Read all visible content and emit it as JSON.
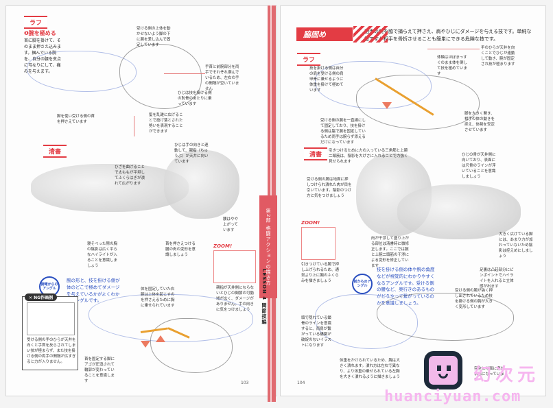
{
  "left_page": {
    "page_number": "103",
    "rough_section": {
      "label": "ラフ",
      "step_title": "❶腕を極める",
      "step_body": "首に脚を掛けて、そのまま押さえ込みます。掴んでいる腕を、自分の腰を支点に弓なりにして、痛みを与えます。",
      "notes": [
        "受ける側の上体を動かせないよう脚の下に腕を差し込んで固定しています",
        "手首と前腕部分を両手でそれぞれ掴んでいるため、左右の手の間隔が空いていません",
        "ひじは技を掛ける側の恥骨のあたりに乗っています",
        "脚を使い受ける側の首を押さえています",
        "髪を乱雑に広げることで投げ落とされた勢いを表現することができます"
      ]
    },
    "clean_section": {
      "label": "清書",
      "notes": [
        "ひじは手の向きと連動して、親指（ちゅうぶ）が天井に向いています",
        "ひざを曲げることで太ももが平坦してふくらはぎが潰れて広がります",
        "腰はやや上がっています",
        "寝そべった際の胸の陰影は広く平らなハイライトが入ることを意識しましょう",
        "首を押さえつける腿の肉の変形を意識しましょう"
      ],
      "zoom_label": "ZOOM!",
      "zoom_note": "親指が天井側にならないとひじの関節の可動域が広く、ダメージがありません。手の向きに気をつけましょう"
    },
    "angle_badge": "俯瞰からのアングル",
    "angle_text": "腕の形と、技を掛ける側が体のどこで極めてダメージを与えているかがよくわかるアングルです。",
    "ng_example": {
      "label": "NG作画例",
      "text": "受ける側の手のひらが天井を向くと手首を反らされてしまい技が極まらず、また技を掛ける側の両手の間隔が広すぎると力が入りません。"
    },
    "bottom_notes": [
      "体を固定していた右腕は上体を起こすのを押さえるために胸に乗せられています",
      "首を固定する脚にアゴが圧迫されて輪郭が変わっていることを意識します"
    ],
    "spine_tab": "第2部 格闘アクションの描き方",
    "spine_lesson": "LESSON 4 関節技編"
  },
  "right_page": {
    "page_number": "104",
    "technique_title": "脇固め",
    "intro": "相手の腕を脇で捕らえて押さえ、肩やひじにダメージを与える技です。単純な技ですが相手を骨折させることも簡単にできる危険な技です。",
    "rough_section": {
      "label": "ラフ",
      "notes": [
        "手のひらが天井を向くことでひじが連動して動き、腕が固定され技が極まります",
        "体軸はほぼまっすぐのまま体を倒して技を極めています",
        "技を掛ける側は自分の肩を受ける側の肩甲骨に乗せるように体重を掛けて極めています",
        "受ける側の腕を一直線にして固定しており、技を掛ける側は脇で腕を固定しているため両手は腕らず添えるだけになっています",
        "脚を大きく開き、相手の体の動きを抑え、体勢を安定させています"
      ]
    },
    "clean_section": {
      "label": "清書",
      "notes": [
        "引きつけるために力の入っている三角筋と上腕二頭筋は、陰影を大げさに入れることで力強く見せられます",
        "ひじの骨が天井側に向いており、表面には尺骨のラインが浮いていることを意識しましょう",
        "受ける側の脚は地面に押しつけられ潰れた肉が目を引いています。陰影のつけ方に気をつけましょう",
        "肉が干渉して盛り上がる部位は清書時に微修正します。ここでは腕と上腕二頭筋の干渉による変形を修正しています",
        "大きく広げている脚には、あまり力が加わっていないため陰影は控えめにしましょう",
        "足裏は凸起部分にピンポイントでハイライトを入れると立体感が出ます"
      ],
      "zoom_label": "ZOOM!",
      "zoom_note": "引きつけている腕で押し上げられるため、通常より上に胸のふくらみを描きましょう"
    },
    "angle_badge": "前からのアングル",
    "angle_text": "技を掛ける側の体や腕の角度などが視覚的にわかりやすくなるアングルです。受ける側の腰など、奥行きのあるものがどうやって繋がっているのかを意識しましょう。",
    "bottom_notes": [
      "受ける側の腕が強く押し出されているため技を掛ける側の胸が大きく変形しています",
      "頭で隠れている鎖骨のラインを意識すると、両肩が繋がっている構図が破綻のないイラストになります",
      "体重をかけられているため、胸は大きく潰れます。潰れ方は左右で異なり、より体重の乗せられている左胸を大きく潰れるように描きましょう",
      "完全に地面に寝た状態になっています"
    ]
  },
  "watermark": {
    "text_cn": "幻次元",
    "url": "huanciyuan.com"
  },
  "colors": {
    "accent_red": "#e33c44",
    "spine_red": "#e06a70",
    "blue_annotation": "#2a4fc0",
    "orange_guide": "#e9a030",
    "watermark_pink": "#f6b6ef"
  }
}
